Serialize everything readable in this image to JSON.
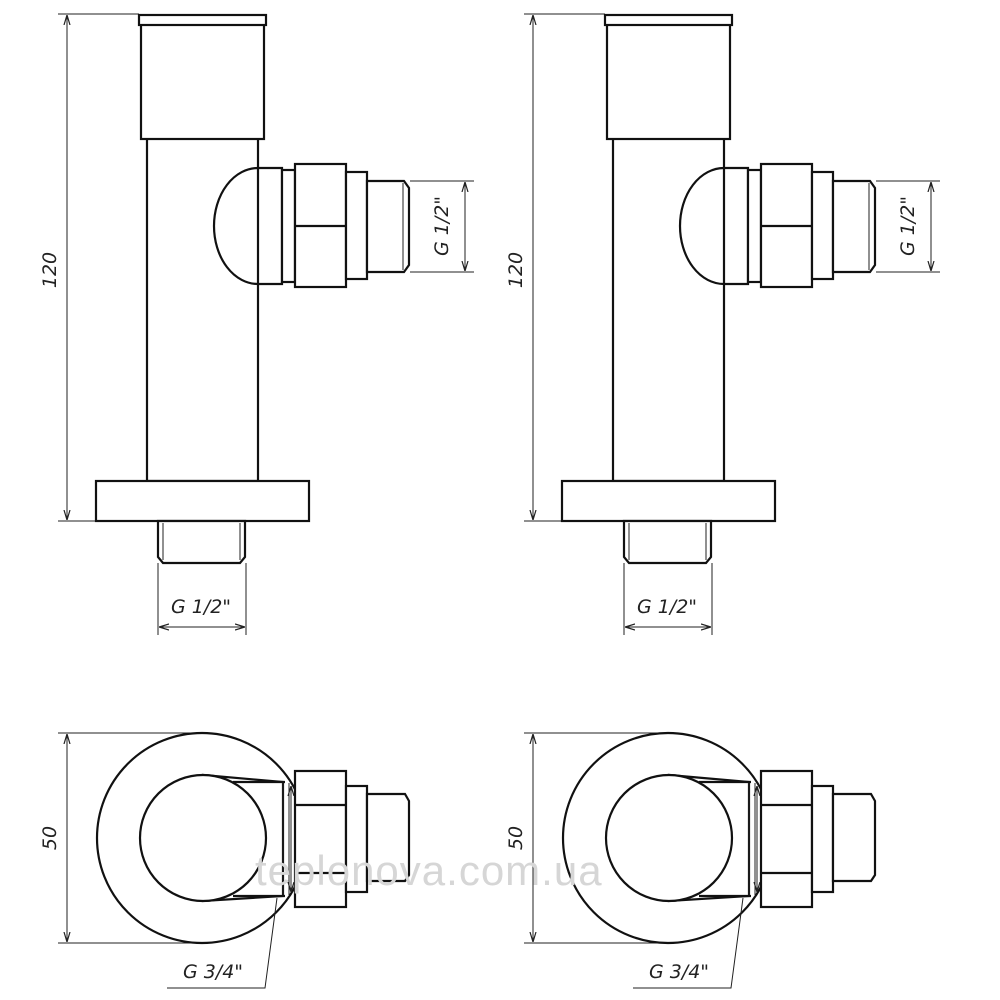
{
  "drawing": {
    "height_dim": "120",
    "side_outlet_thread": "G 1/2\"",
    "bottom_thread": "G 1/2\"",
    "diameter_dim": "50",
    "inlet_thread": "G 3/4\""
  },
  "watermark": "teplonova.com.ua",
  "colors": {
    "line": "#111111",
    "watermark": "#d6d6d6"
  }
}
